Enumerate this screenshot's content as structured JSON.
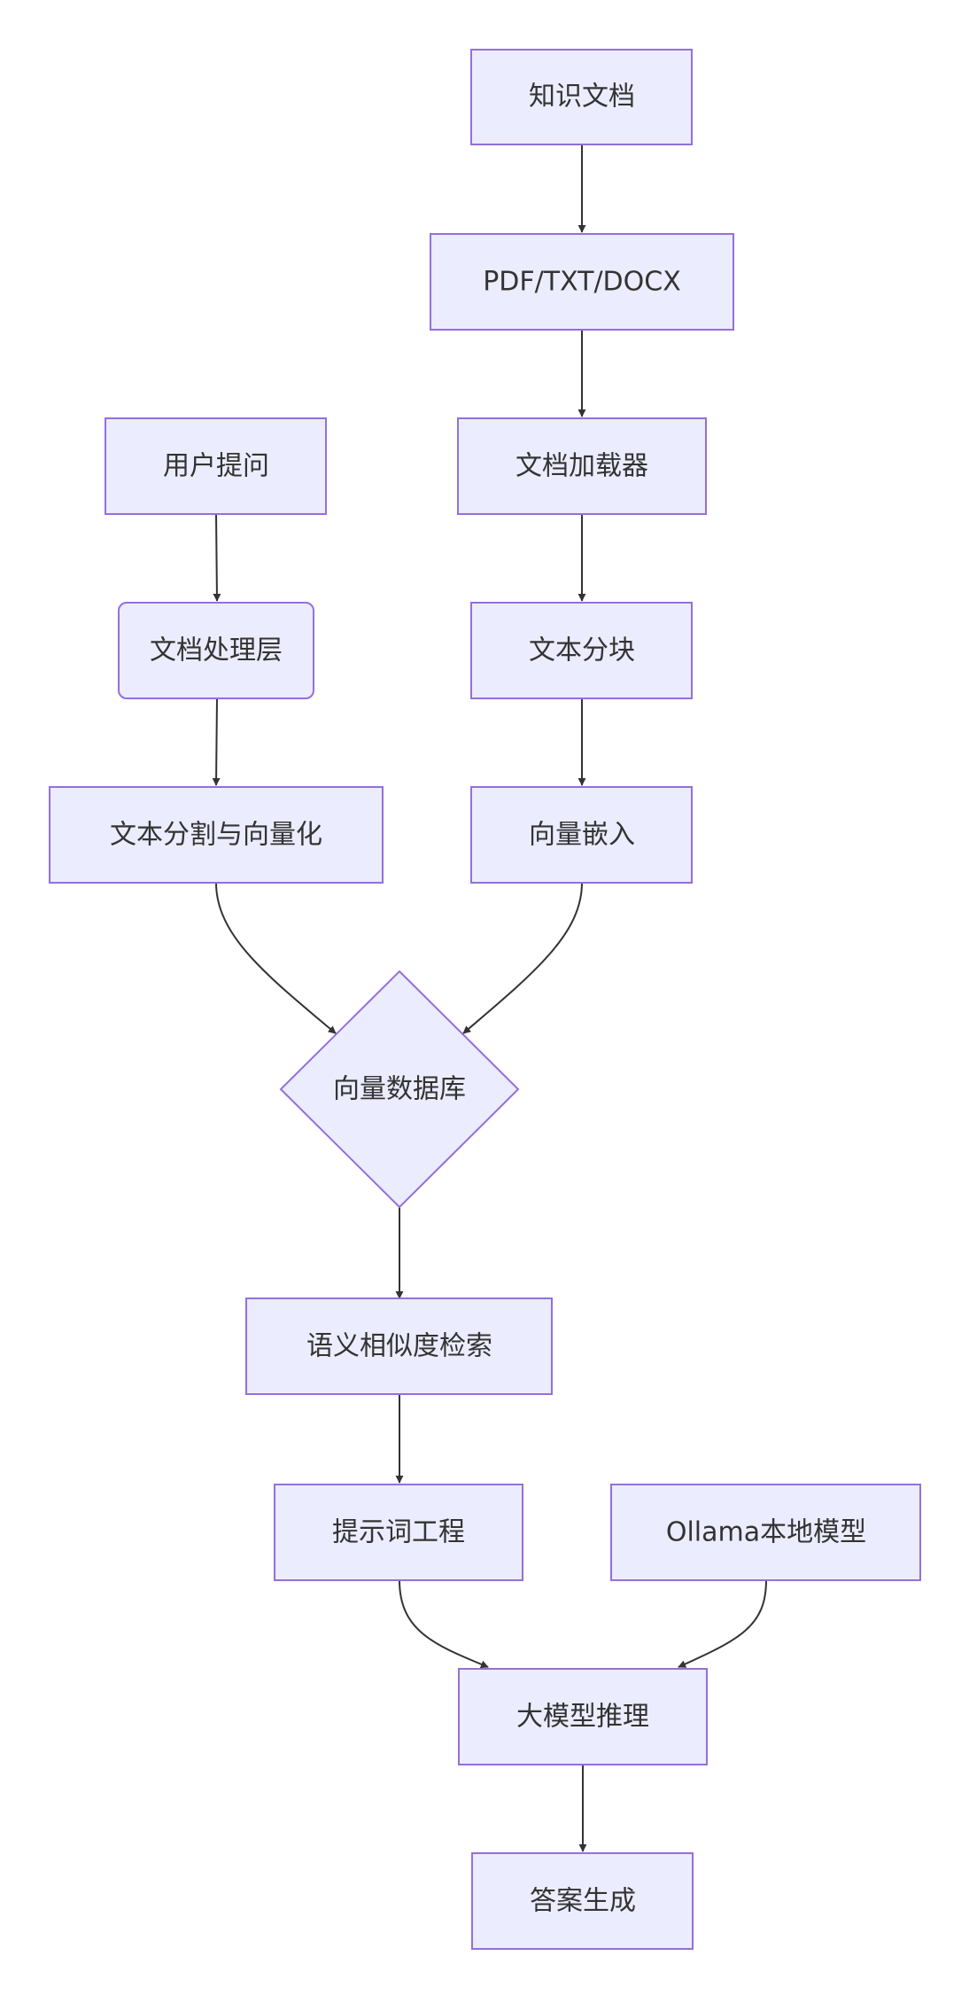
{
  "nodes": {
    "knowledge_docs": "知识文档",
    "file_formats": "PDF/TXT/DOCX",
    "user_question": "用户提问",
    "doc_loader": "文档加载器",
    "doc_processing": "文档处理层",
    "text_chunking": "文本分块",
    "split_vectorize": "文本分割与向量化",
    "vector_embedding": "向量嵌入",
    "vector_db": "向量数据库",
    "semantic_search": "语义相似度检索",
    "prompt_engineering": "提示词工程",
    "ollama_model": "Ollama本地模型",
    "llm_inference": "大模型推理",
    "answer_generation": "答案生成"
  },
  "colors": {
    "node_fill": "#ECECFF",
    "node_stroke": "#9370DB",
    "edge": "#333333",
    "text": "#333333"
  }
}
